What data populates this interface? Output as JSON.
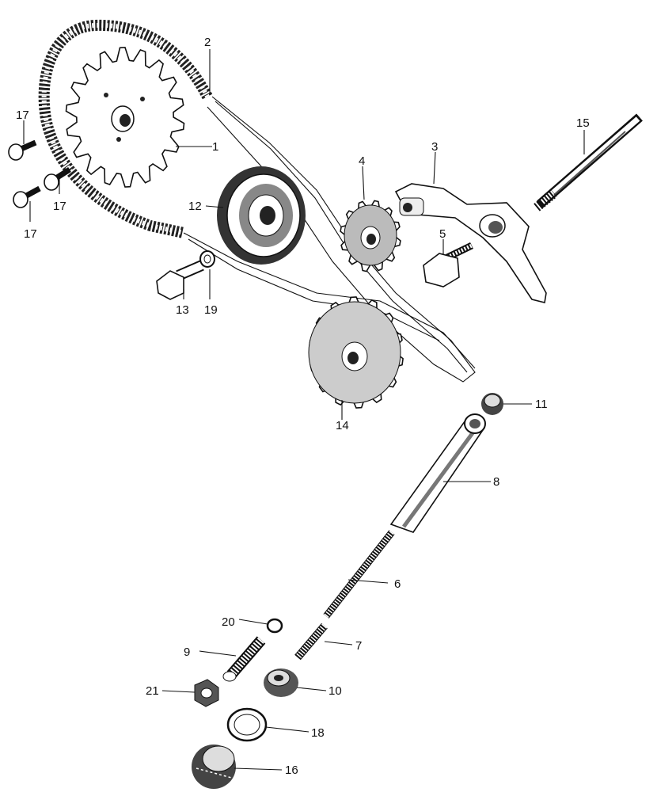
{
  "diagram": {
    "callouts": [
      {
        "id": "c1",
        "label": "1"
      },
      {
        "id": "c2",
        "label": "2"
      },
      {
        "id": "c3",
        "label": "3"
      },
      {
        "id": "c4",
        "label": "4"
      },
      {
        "id": "c5",
        "label": "5"
      },
      {
        "id": "c6",
        "label": "6"
      },
      {
        "id": "c7",
        "label": "7"
      },
      {
        "id": "c8",
        "label": "8"
      },
      {
        "id": "c9",
        "label": "9"
      },
      {
        "id": "c10",
        "label": "10"
      },
      {
        "id": "c11",
        "label": "11"
      },
      {
        "id": "c12",
        "label": "12"
      },
      {
        "id": "c13",
        "label": "13"
      },
      {
        "id": "c14",
        "label": "14"
      },
      {
        "id": "c15",
        "label": "15"
      },
      {
        "id": "c16",
        "label": "16"
      },
      {
        "id": "c17a",
        "label": "17"
      },
      {
        "id": "c17b",
        "label": "17"
      },
      {
        "id": "c17c",
        "label": "17"
      },
      {
        "id": "c18",
        "label": "18"
      },
      {
        "id": "c19",
        "label": "19"
      },
      {
        "id": "c20",
        "label": "20"
      },
      {
        "id": "c21",
        "label": "21"
      }
    ]
  }
}
